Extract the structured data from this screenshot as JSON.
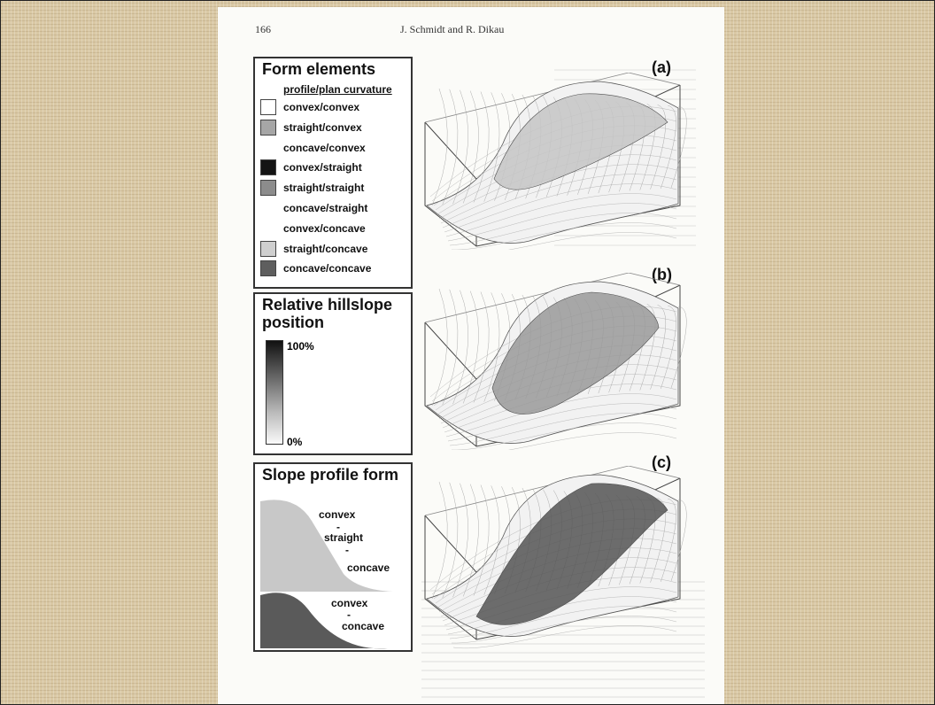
{
  "page": {
    "number": "166",
    "running_head": "J. Schmidt and R. Dikau"
  },
  "form_elements": {
    "title": "Form elements",
    "column_header": "profile/plan curvature",
    "items": [
      {
        "label": "convex/convex",
        "color": "#ffffff"
      },
      {
        "label": "straight/convex",
        "color": "#a6a6a6"
      },
      {
        "label": "concave/convex",
        "color": ""
      },
      {
        "label": "convex/straight",
        "color": "#141414"
      },
      {
        "label": "straight/straight",
        "color": "#8c8c8c"
      },
      {
        "label": "concave/straight",
        "color": ""
      },
      {
        "label": "convex/concave",
        "color": ""
      },
      {
        "label": "straight/concave",
        "color": "#cfcfcf"
      },
      {
        "label": "concave/concave",
        "color": "#5e5e5e"
      }
    ]
  },
  "hillslope_position": {
    "title_line1": "Relative hillslope",
    "title_line2": "position",
    "max_label": "100%",
    "min_label": "0%"
  },
  "slope_profile": {
    "title": "Slope profile form",
    "upper_shape": {
      "line1": "convex",
      "dash1": "-",
      "line2": "straight",
      "dash2": "-",
      "line3": "concave",
      "color": "#c8c8c8"
    },
    "lower_shape": {
      "line1": "convex",
      "dash1": "-",
      "line2": "concave",
      "color": "#5a5a5a"
    }
  },
  "panels": [
    {
      "label": "(a)"
    },
    {
      "label": "(b)"
    },
    {
      "label": "(c)"
    }
  ]
}
